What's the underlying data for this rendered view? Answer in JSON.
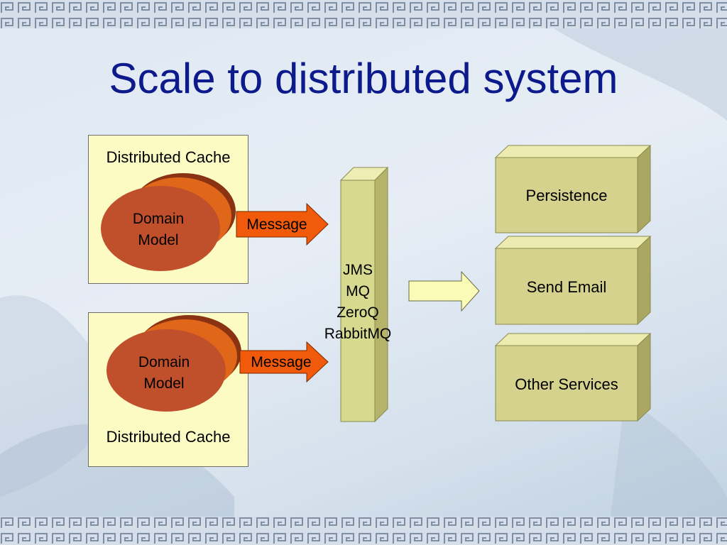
{
  "slide": {
    "title": "Scale to distributed system"
  },
  "diagram": {
    "caches": [
      {
        "label": "Distributed Cache",
        "model_line1": "Domain",
        "model_line2": "Model",
        "message": "Message"
      },
      {
        "label": "Distributed Cache",
        "model_line1": "Domain",
        "model_line2": "Model",
        "message": "Message"
      }
    ],
    "queue": {
      "lines": [
        "JMS",
        "MQ",
        "ZeroQ",
        "RabbitMQ"
      ]
    },
    "services": [
      "Persistence",
      "Send Email",
      "Other Services"
    ]
  },
  "colors": {
    "title": "#0c1a8c",
    "cache_fill": "#fdfbc4",
    "domain_model": "#c0502c",
    "message_arrow": "#f05a0a",
    "block_face": "#d4d28c",
    "queue_face": "#d7d98e"
  }
}
